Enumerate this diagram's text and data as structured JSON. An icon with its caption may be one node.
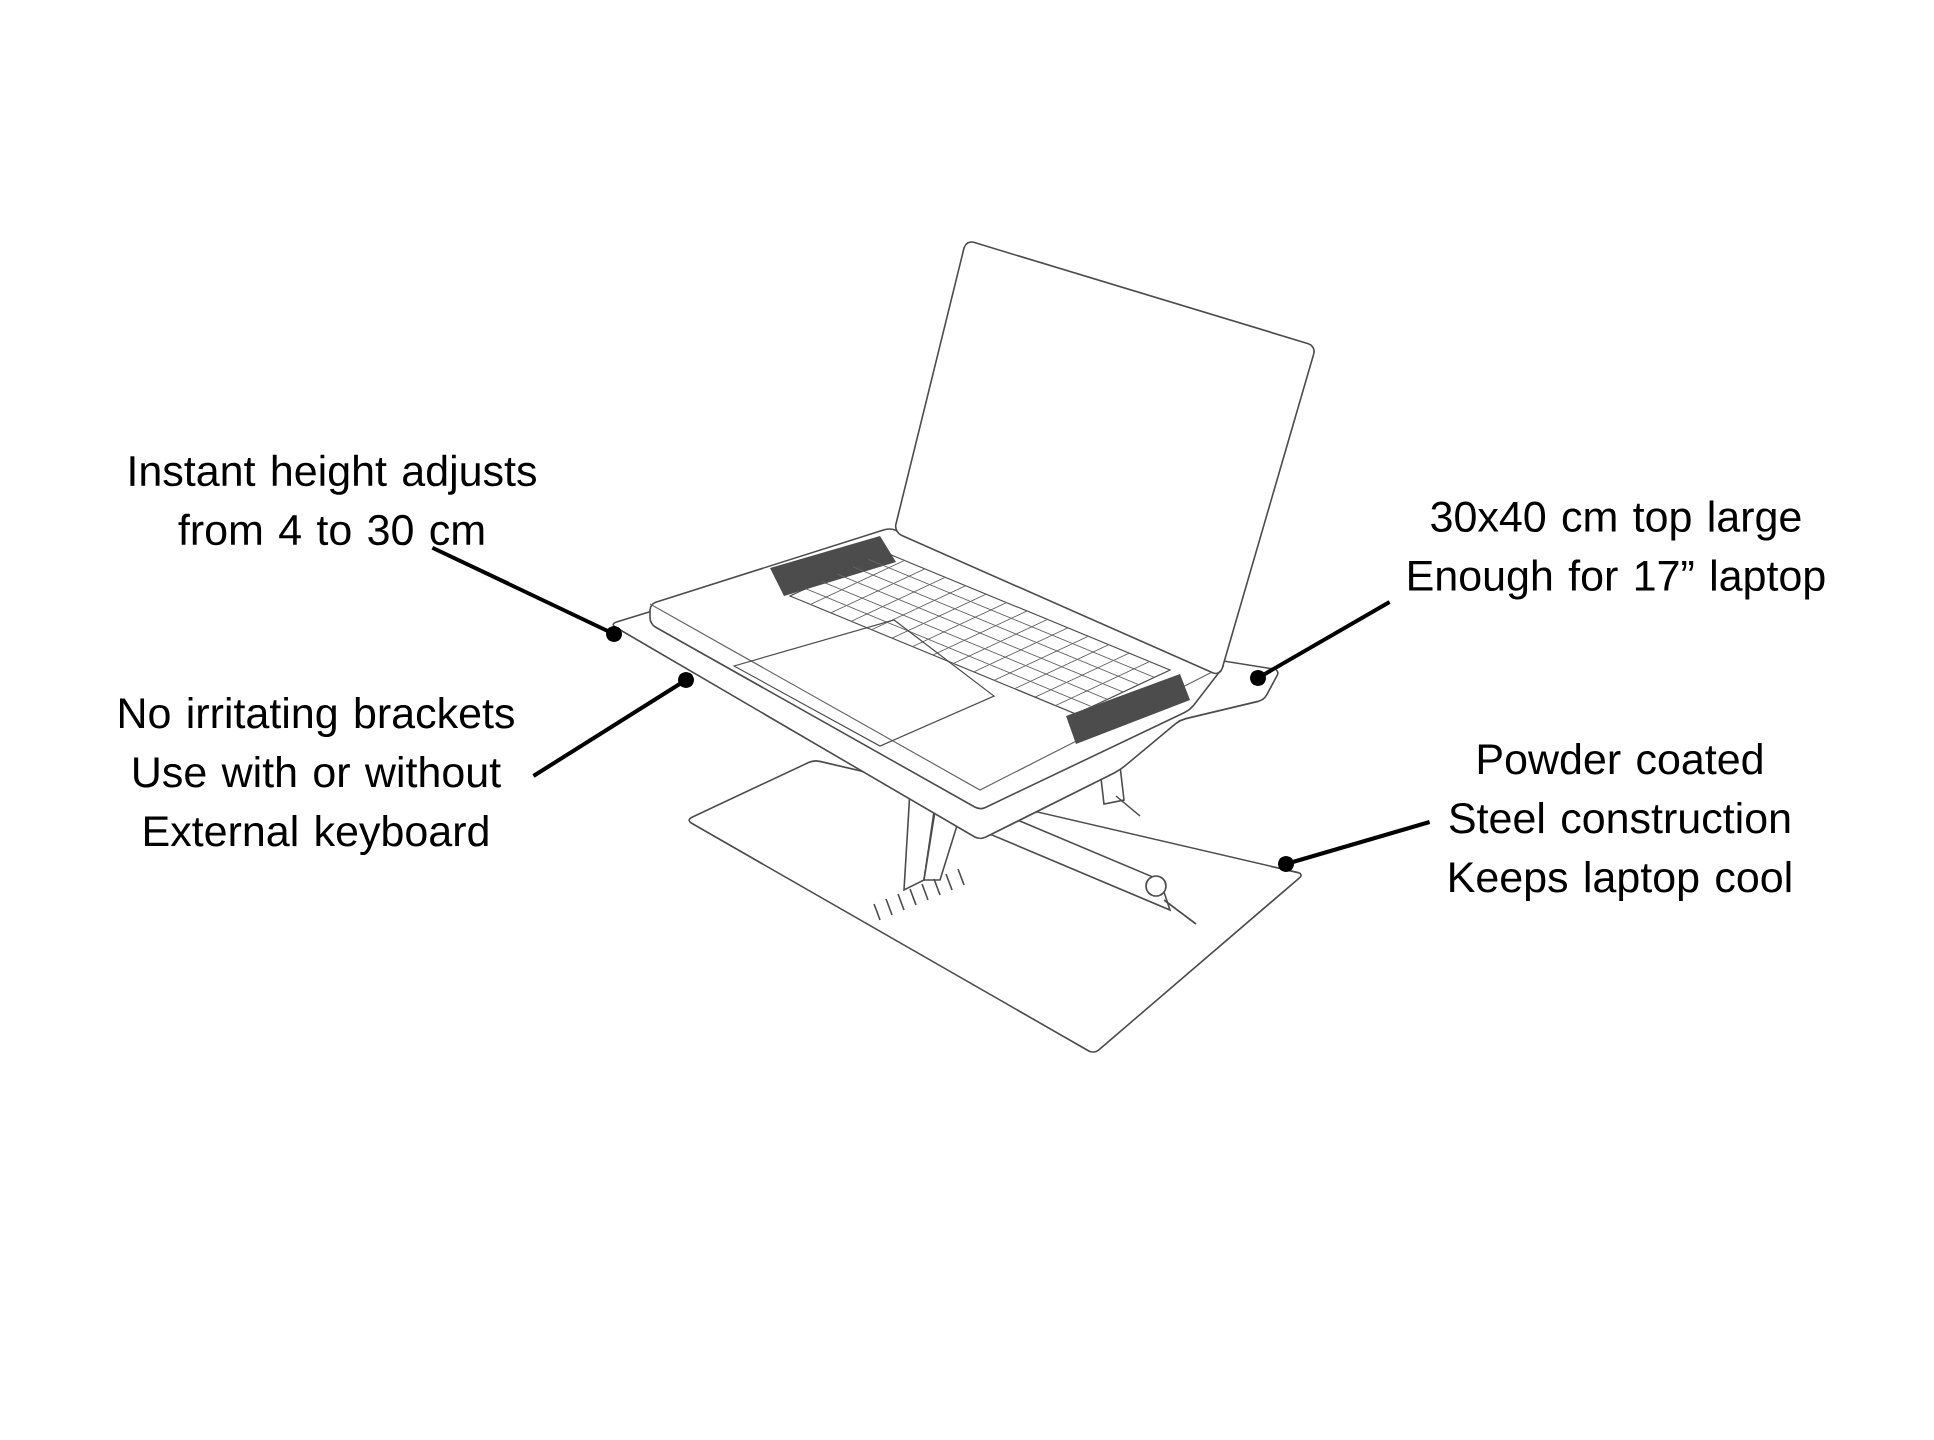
{
  "diagram": {
    "nodes": [
      {
        "text": [
          "Instant height adjusts from 4 to 30 cm"
        ]
      },
      {
        "text": [
          "No irritating brackets Use with or without External keyboard"
        ]
      },
      {
        "text": [
          "30x40 cm top large Enough for 17” laptop"
        ]
      },
      {
        "text": [
          "Powder coated Steel construction Keeps laptop cool"
        ]
      }
    ],
    "edges": [
      {
        "from": 0,
        "to": null,
        "arrow": "other"
      },
      {
        "from": 1,
        "to": null,
        "arrow": "other"
      },
      {
        "from": 2,
        "to": null,
        "arrow": "other"
      },
      {
        "from": 3,
        "to": null,
        "arrow": "other"
      }
    ]
  }
}
